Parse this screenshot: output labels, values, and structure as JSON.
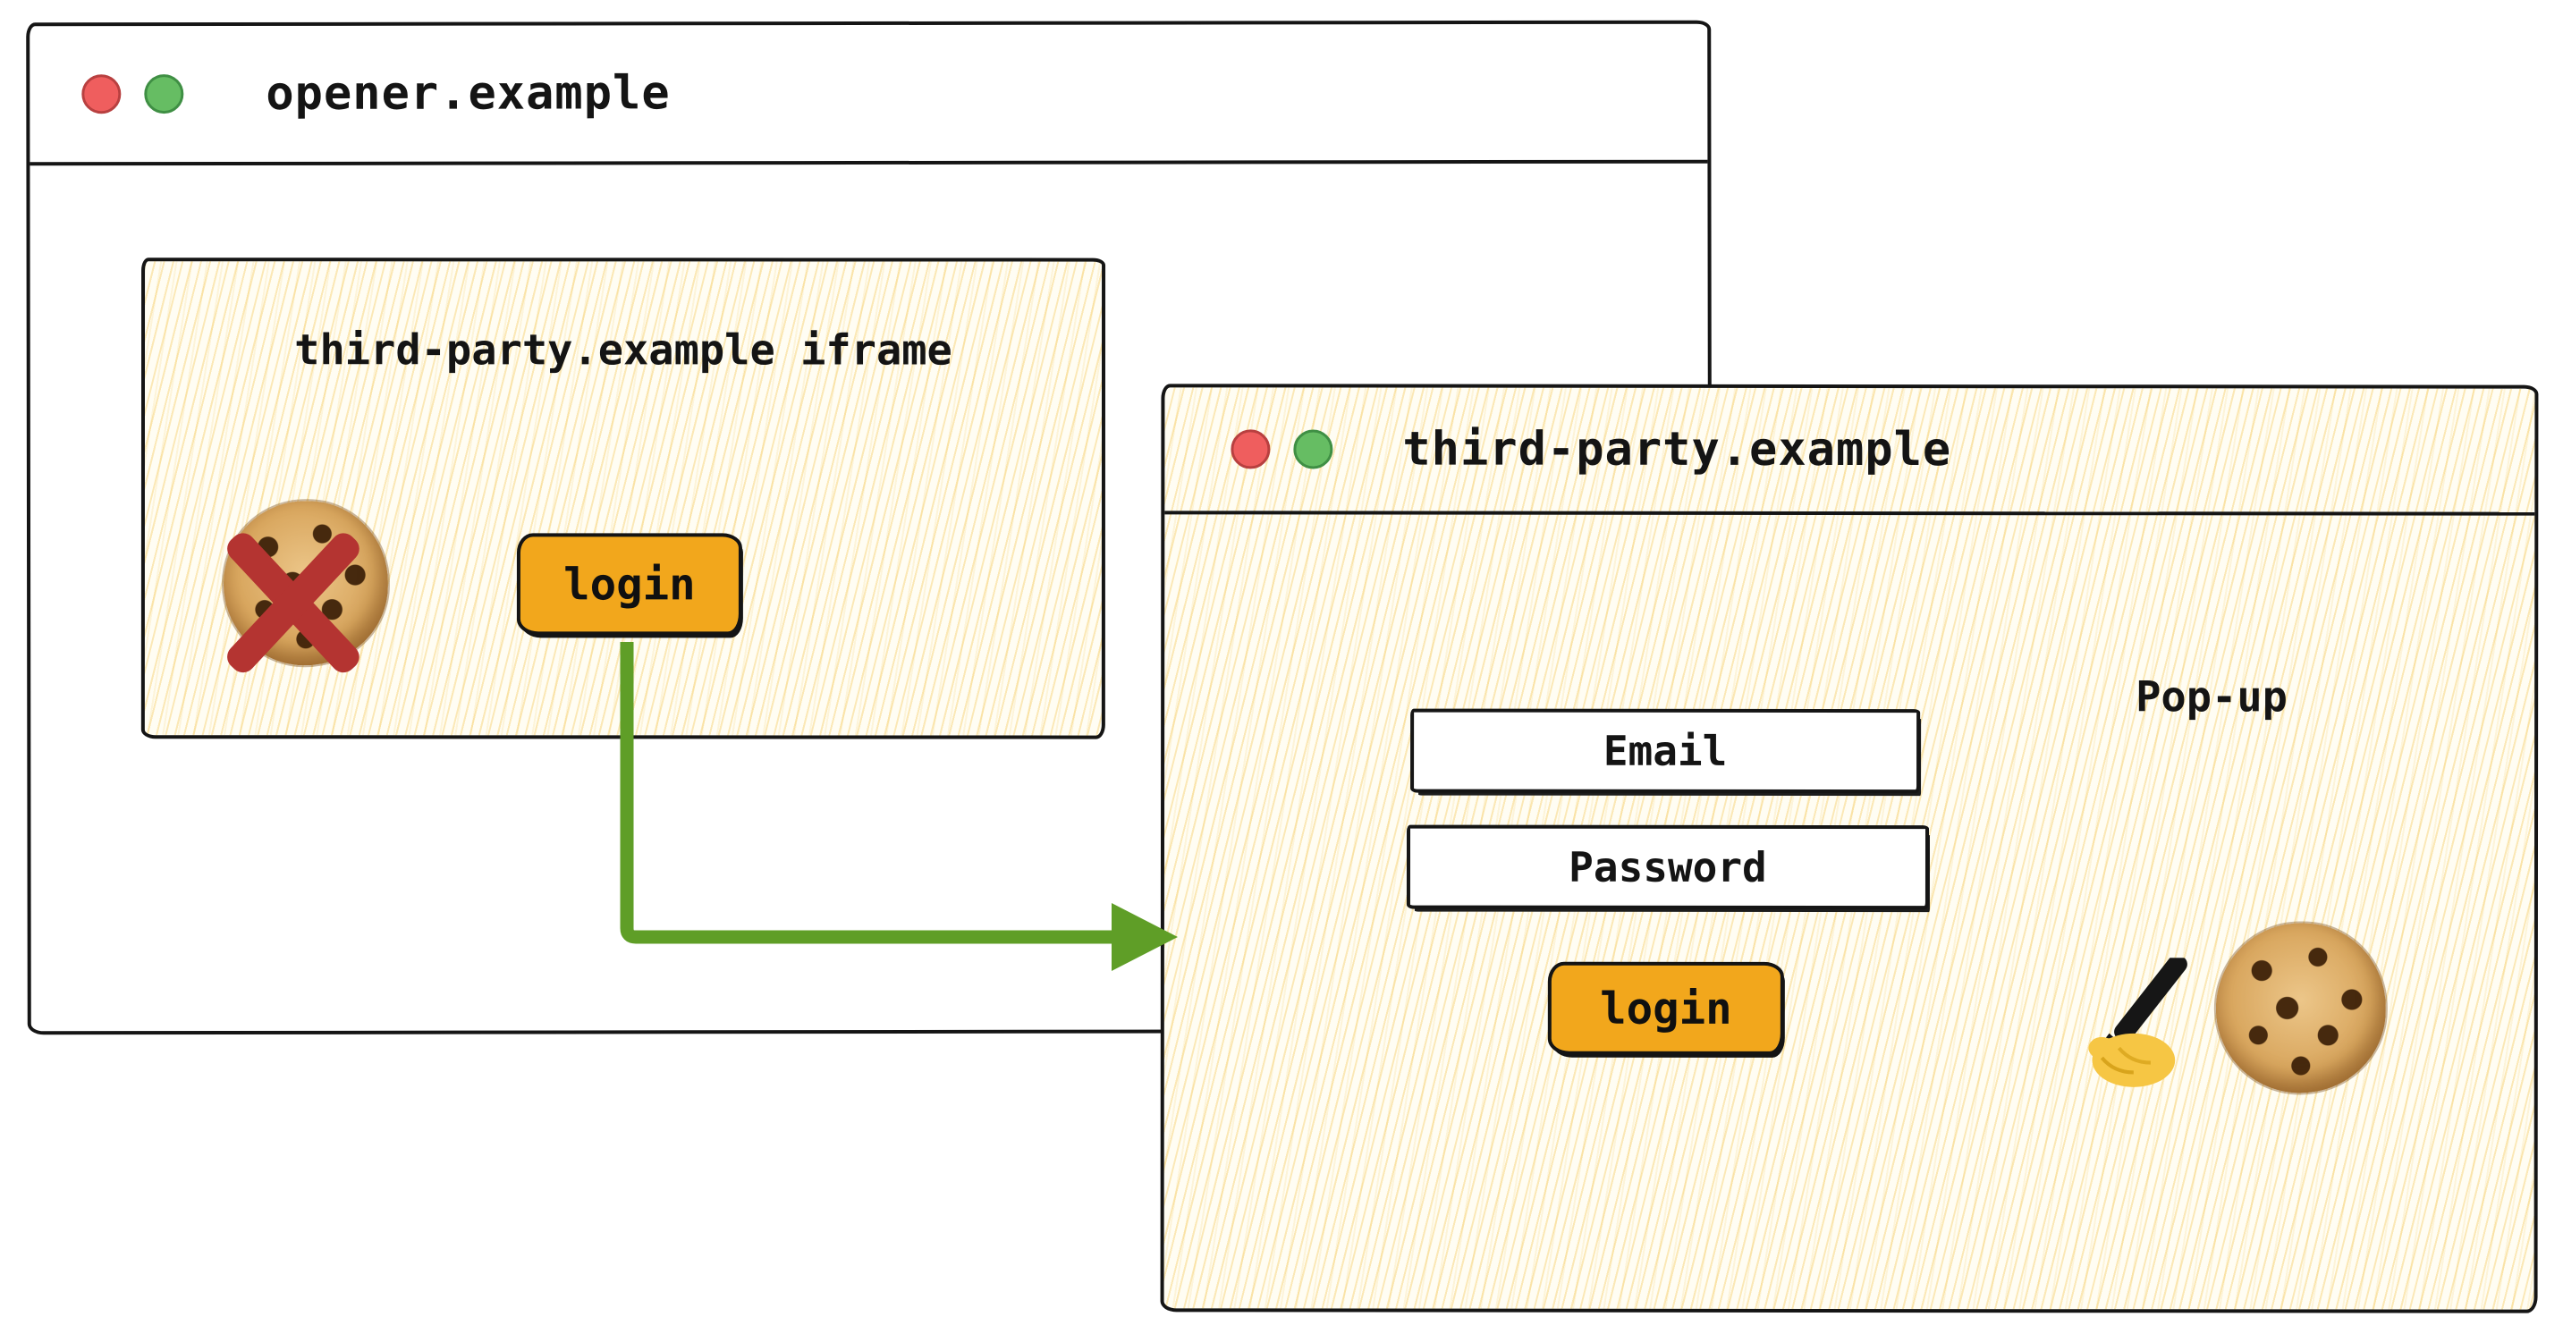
{
  "opener_window": {
    "title": "opener.example",
    "iframe": {
      "label": "third-party.example iframe",
      "login_button_label": "login"
    }
  },
  "popup_window": {
    "title": "third-party.example",
    "popup_label": "Pop-up",
    "email_value": "Email",
    "password_value": "Password",
    "login_button_label": "login"
  },
  "icons": {
    "cookie": "cookie-icon",
    "blocked_cross": "blocked-cross-icon",
    "writing_hand": "writing-hand-icon",
    "traffic_red": "red-dot-icon",
    "traffic_green": "green-dot-icon",
    "flow_arrow": "green-elbow-arrow"
  },
  "colors": {
    "button_orange": "#f2a71c",
    "arrow_green": "#5f9e27",
    "cross_red": "#b43431",
    "dot_red": "#ef5e5e",
    "dot_green": "#66bd63",
    "ink": "#141414",
    "hatch_background": "#fffdf3",
    "hatch_line": "#f4c652"
  }
}
